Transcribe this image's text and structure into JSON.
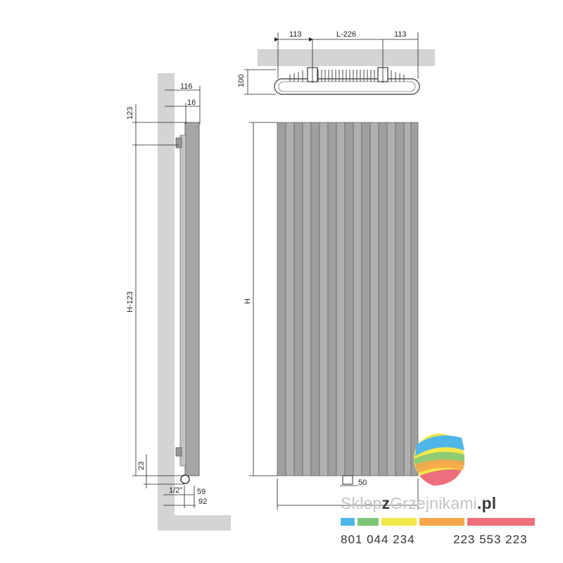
{
  "dimensions": {
    "top_left": "113",
    "top_center": "L-226",
    "top_right": "113",
    "depth_top": "100",
    "side_116": "116",
    "side_16": "16",
    "side_123": "123",
    "side_h_minus": "H-123",
    "side_23": "23",
    "side_thread": "1/2\"",
    "side_59": "59",
    "side_92": "92",
    "front_h": "H",
    "front_50": "50"
  },
  "brand": {
    "part1": "Sklep",
    "part2": "z",
    "part3": "Grzejnikami",
    "part4": ".pl"
  },
  "colors": {
    "stripes": [
      "#4fb7e8",
      "#7cc67a",
      "#f3e84a",
      "#f6a64a",
      "#ec6f7b"
    ],
    "wall": "#d4d4d4",
    "radiator": "#a6a6a6"
  },
  "contact": {
    "phone1": "801 044 234",
    "phone2": "223 553 223"
  }
}
